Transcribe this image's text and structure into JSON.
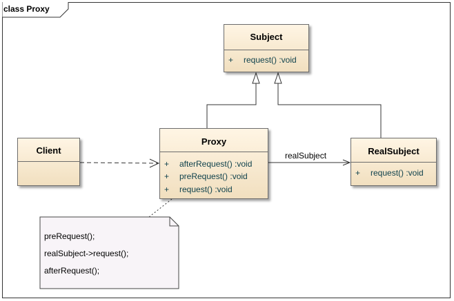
{
  "frame": {
    "title": "class Proxy"
  },
  "classes": {
    "subject": {
      "name": "Subject",
      "ops": [
        {
          "vis": "+",
          "text": "request()  :void"
        }
      ]
    },
    "client": {
      "name": "Client"
    },
    "proxy": {
      "name": "Proxy",
      "ops": [
        {
          "vis": "+",
          "text": "afterRequest()  :void"
        },
        {
          "vis": "+",
          "text": "preRequest()  :void"
        },
        {
          "vis": "+",
          "text": "request()  :void"
        }
      ]
    },
    "realsubject": {
      "name": "RealSubject",
      "ops": [
        {
          "vis": "+",
          "text": "request()  :void"
        }
      ]
    }
  },
  "association": {
    "label": "realSubject"
  },
  "note": {
    "lines": [
      "preRequest();",
      "realSubject->request();",
      "afterRequest();"
    ]
  },
  "colors": {
    "class_fill_top": "#fff5e4",
    "class_fill_bottom": "#f1dfbf",
    "operation_text": "#0c3f4a",
    "note_fill": "#f8f4f8"
  }
}
